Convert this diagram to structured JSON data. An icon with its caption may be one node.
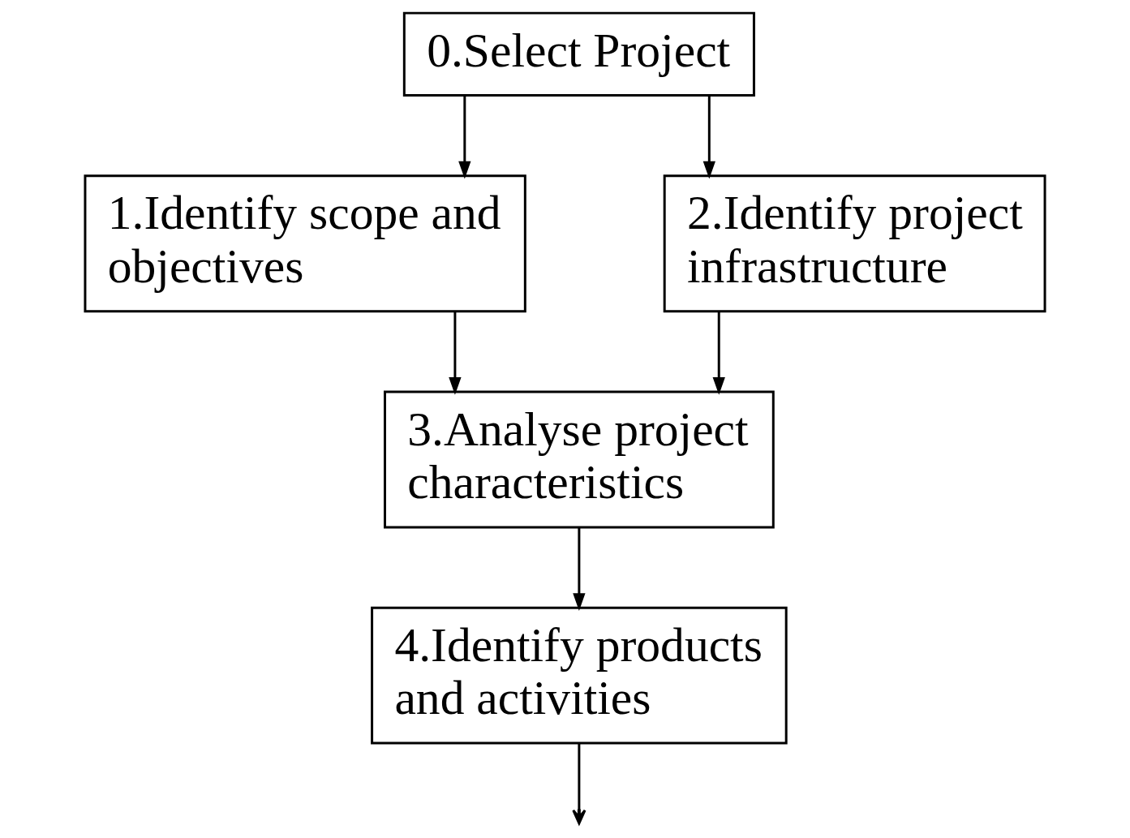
{
  "diagram": {
    "nodes": [
      {
        "text": [
          "0.Select Project"
        ]
      },
      {
        "text": [
          "1.Identify scope and objectives"
        ]
      },
      {
        "text": [
          "2.Identify project infrastructure"
        ]
      },
      {
        "text": [
          "3.Analyse project characteristics"
        ]
      },
      {
        "text": [
          "4.Identify products and activities"
        ]
      }
    ],
    "edges": [
      {
        "from": 0,
        "to": 1,
        "arrow": "to"
      },
      {
        "from": 0,
        "to": 2,
        "arrow": "to"
      },
      {
        "from": 1,
        "to": 3,
        "arrow": "to"
      },
      {
        "from": 2,
        "to": 3,
        "arrow": "to"
      },
      {
        "from": 3,
        "to": 4,
        "arrow": "to"
      },
      {
        "from": 4,
        "to": null,
        "arrow": "to"
      }
    ]
  }
}
